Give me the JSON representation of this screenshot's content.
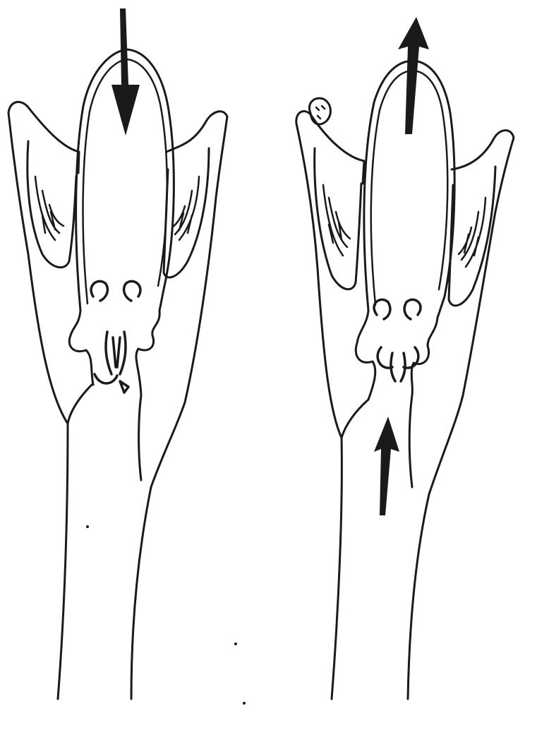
{
  "colors": {
    "ink": "#1a1a1a",
    "paper": "#ffffff",
    "fill": "#ffffff"
  },
  "figures": [
    {
      "id": "left",
      "arrow_direction": "down",
      "lower_arrow": false,
      "top_left_nodule": false
    },
    {
      "id": "right",
      "arrow_direction": "up",
      "lower_arrow": true,
      "top_left_nodule": true
    }
  ]
}
